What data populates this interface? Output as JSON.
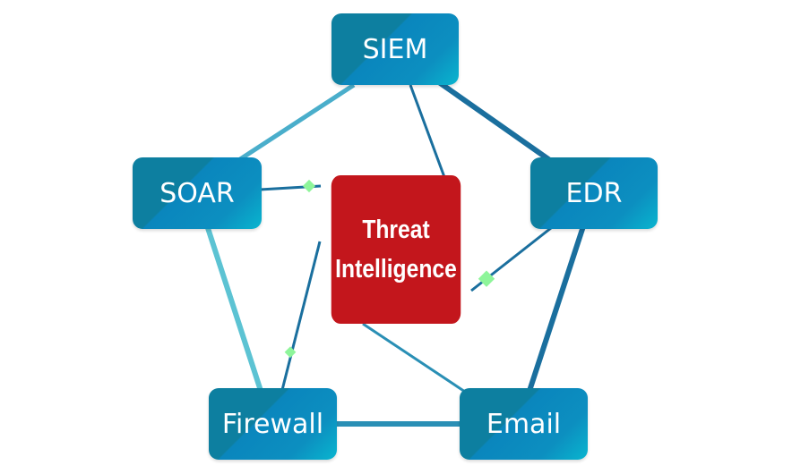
{
  "nodes": {
    "siem": "SIEM",
    "edr": "EDR",
    "soar": "SOAR",
    "firewall": "Firewall",
    "email": "Email",
    "center_line1": "Threat",
    "center_line2": "Intelligence"
  },
  "colors": {
    "node_blue": "#0a86bd",
    "center_red": "#c3161c",
    "edge_dark": "#1a6f9e",
    "edge_light": "#5cc3d3",
    "connector_green": "#8ef59a"
  }
}
